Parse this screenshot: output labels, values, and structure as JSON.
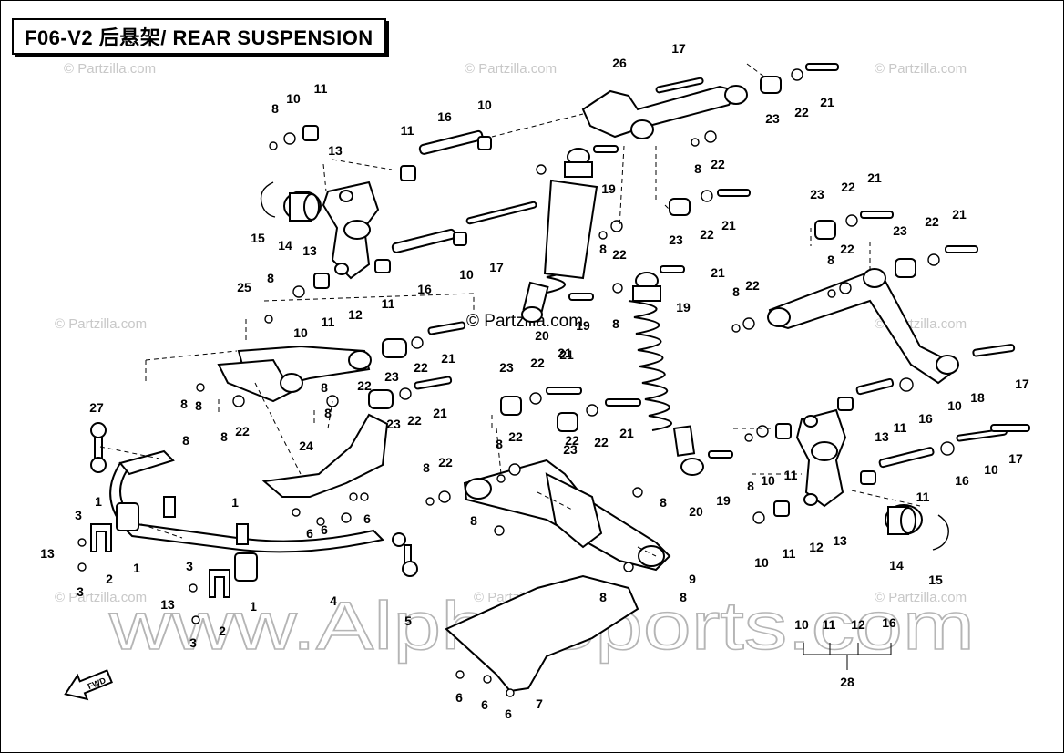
{
  "title": "F06-V2 后悬架/ REAR SUSPENSION",
  "watermarks": {
    "partzilla": "© Partzilla.com",
    "alpha": "www.AlphaSports.com"
  },
  "fwd_arrow_label": "FWD",
  "callouts": [
    {
      "n": "1"
    },
    {
      "n": "2"
    },
    {
      "n": "3"
    },
    {
      "n": "4"
    },
    {
      "n": "5"
    },
    {
      "n": "6"
    },
    {
      "n": "7"
    },
    {
      "n": "8"
    },
    {
      "n": "9"
    },
    {
      "n": "10"
    },
    {
      "n": "11"
    },
    {
      "n": "12"
    },
    {
      "n": "13"
    },
    {
      "n": "14"
    },
    {
      "n": "15"
    },
    {
      "n": "16"
    },
    {
      "n": "17"
    },
    {
      "n": "18"
    },
    {
      "n": "19"
    },
    {
      "n": "20"
    },
    {
      "n": "21"
    },
    {
      "n": "22"
    },
    {
      "n": "23"
    },
    {
      "n": "24"
    },
    {
      "n": "25"
    },
    {
      "n": "26"
    },
    {
      "n": "27"
    },
    {
      "n": "28"
    }
  ],
  "group_28_members": [
    "10",
    "11",
    "12",
    "16"
  ]
}
